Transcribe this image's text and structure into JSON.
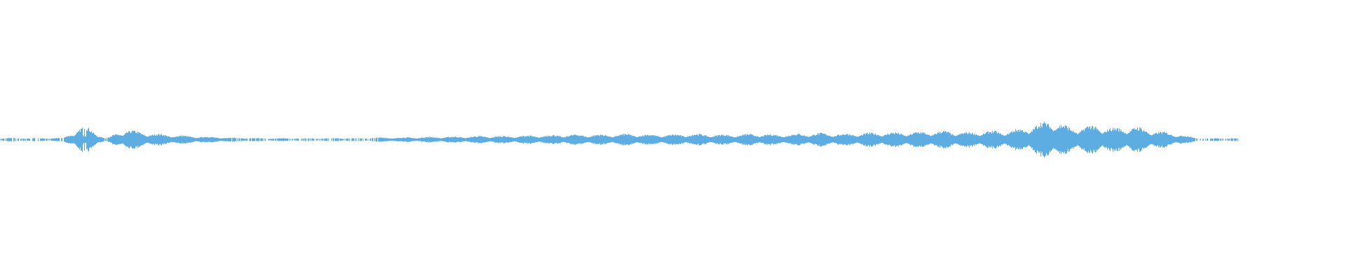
{
  "waveform": {
    "color": "#5dade2",
    "background": "#ffffff",
    "amplitude_envelope": [
      0.012,
      0.012,
      0.012,
      0.012,
      0.1,
      0.01,
      0.07,
      0.045,
      0.035,
      0.025,
      0.02,
      0.015,
      0.012,
      0.01,
      0.01,
      0.01,
      0.012,
      0.012,
      0.015,
      0.015,
      0.018,
      0.02,
      0.022,
      0.025,
      0.025,
      0.028,
      0.03,
      0.035,
      0.035,
      0.035,
      0.04,
      0.035,
      0.035,
      0.04,
      0.035,
      0.035,
      0.04,
      0.035,
      0.04,
      0.045,
      0.04,
      0.045,
      0.05,
      0.05,
      0.055,
      0.06,
      0.05,
      0.06,
      0.06,
      0.09,
      0.14,
      0.08,
      0.1,
      0.08,
      0.09,
      0.06,
      0.04,
      0.01,
      0.01,
      0.01
    ]
  }
}
